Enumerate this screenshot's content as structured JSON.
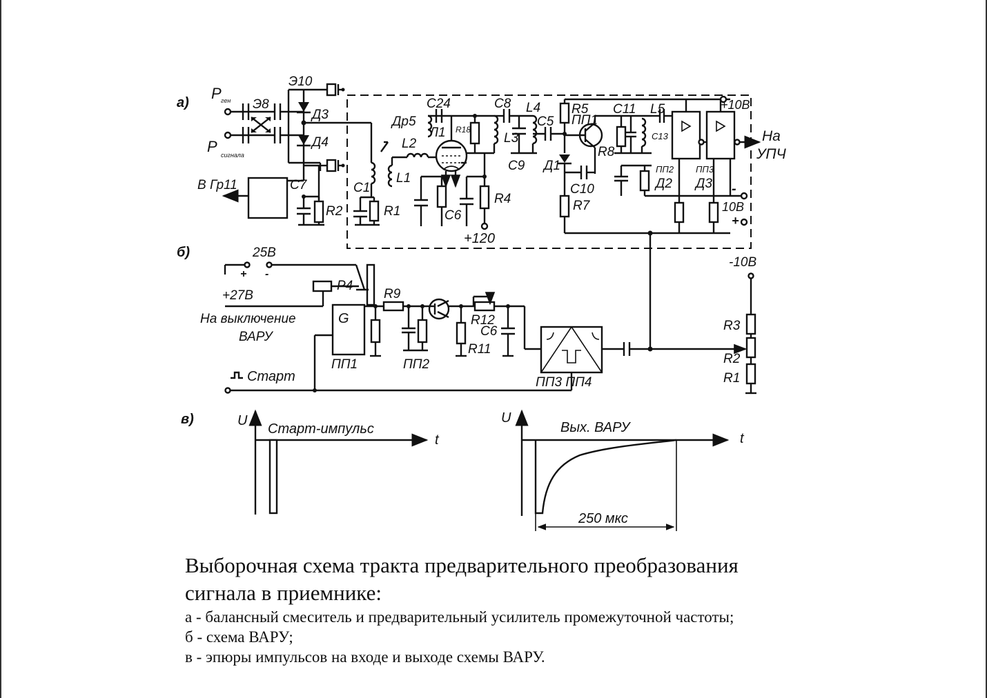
{
  "panel_labels": {
    "a": "а)",
    "b": "б)",
    "c": "в)"
  },
  "section_a": {
    "p_gen_main": "P",
    "p_gen_sub": "ген",
    "p_sig_main": "P",
    "p_sig_sub": "сигнала",
    "e8": "Э8",
    "e10": "Э10",
    "d3": "Д3",
    "d4": "Д4",
    "to_gr11": "В Гр11",
    "c7": "С7",
    "r2": "R2",
    "c1": "С1",
    "r1": "R1",
    "l1": "L1",
    "l2": "L2",
    "dr5": "Др5",
    "c24": "С24",
    "l_1": "Л1",
    "r18": "R18",
    "c6": "С6",
    "r4": "R4",
    "plus120": "+120",
    "c8": "С8",
    "l4": "L4",
    "l3": "L3",
    "c9": "С9",
    "c5": "С5",
    "r5": "R5",
    "pp1": "ПП1",
    "c11": "С11",
    "l5": "L5",
    "c13": "С13",
    "r8": "R8",
    "d1": "Д1",
    "c10": "С10",
    "r7": "R7",
    "pp2": "ПП2",
    "d2": "Д2",
    "pp3": "ПП3",
    "d3b": "Д3",
    "plus10": "+10В",
    "minus": "-",
    "v10": "10В",
    "plus": "+",
    "to_upch_1": "На",
    "to_upch_2": "УПЧ"
  },
  "section_b": {
    "v25": "25В",
    "minus_sign": "-",
    "plus_sign": "+",
    "v27": "+27В",
    "p4": "Р4",
    "off_1": "На выключение",
    "off_2": "ВАРУ",
    "g": "G",
    "pp1": "ПП1",
    "r9": "R9",
    "pp2": "ПП2",
    "r12": "R12",
    "c6": "С6",
    "r11": "R11",
    "pp3pp4": "ПП3 ПП4",
    "start": "Старт",
    "minus10": "-10В",
    "r3": "R3",
    "r2": "R2",
    "r1": "R1"
  },
  "section_c": {
    "u1": "U",
    "t1": "t",
    "start_pulse": "Старт-импульс",
    "u2": "U",
    "t2": "t",
    "out_varu": "Вых. ВАРУ",
    "duration": "250 мкс"
  },
  "caption": {
    "title_1": "Выборочная схема тракта предварительного преобразования",
    "title_2": "сигнала в приемнике:",
    "line_a": "а - балансный смеситель и предварительный усилитель промежуточной частоты;",
    "line_b": "б - схема ВАРУ;",
    "line_c": "в - эпюры импульсов на входе и выходе схемы ВАРУ."
  }
}
